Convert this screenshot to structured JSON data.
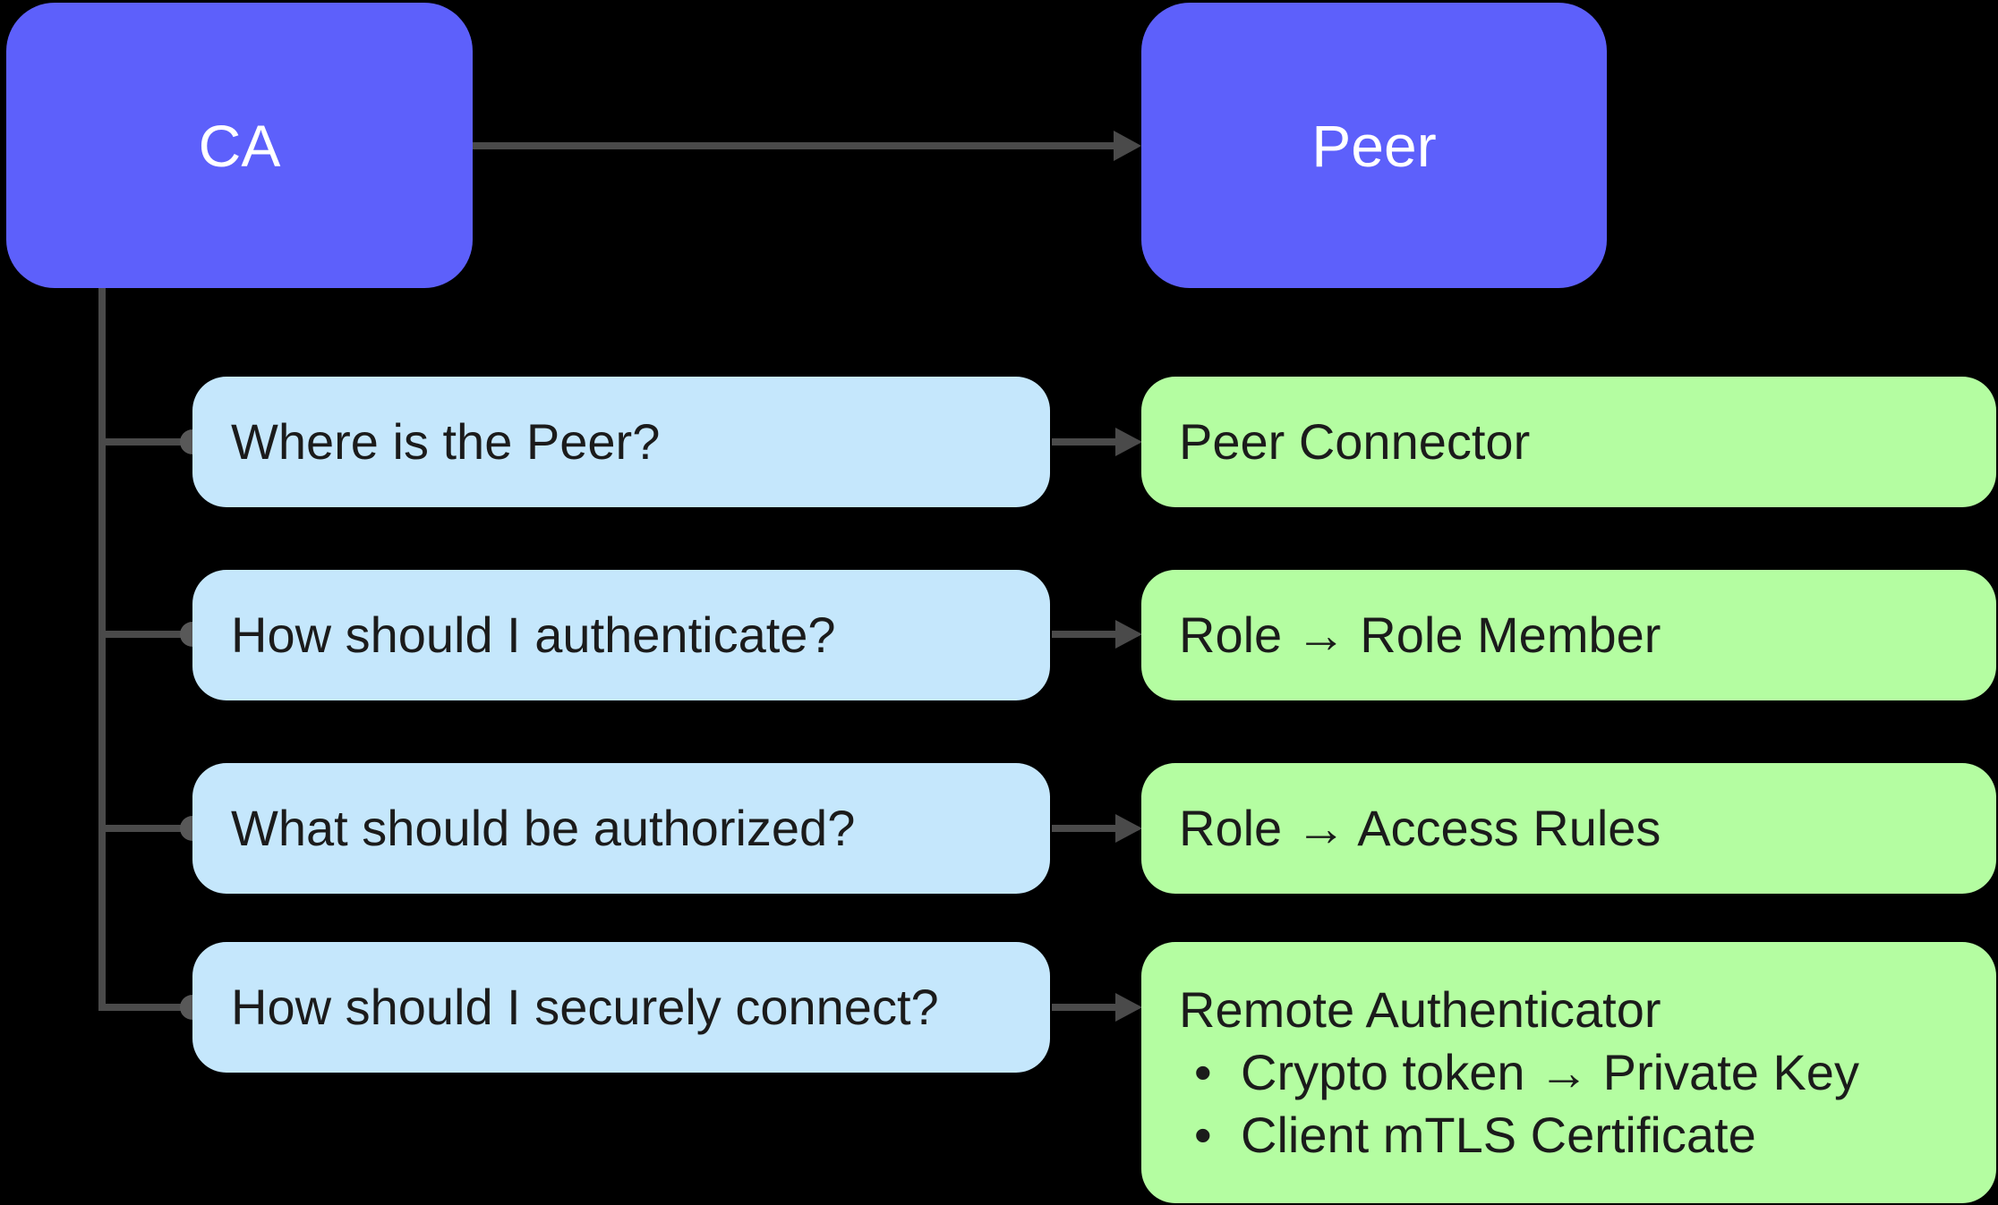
{
  "colors": {
    "purple": "#5d60fb",
    "blue": "#c5e7fc",
    "green": "#b4fda1",
    "line": "#4a4a4a",
    "dot": "#585858",
    "text_dark": "#1b1b1b",
    "text_light": "#ffffff",
    "background": "#000000"
  },
  "nodes": {
    "ca": "CA",
    "peer": "Peer"
  },
  "bullet_char": "•",
  "rows": [
    {
      "question": "Where is the Peer?",
      "answer": "Peer Connector"
    },
    {
      "question": "How should I authenticate?",
      "answer": "Role → Role Member"
    },
    {
      "question": "What should be authorized?",
      "answer": "Role → Access Rules"
    },
    {
      "question": "How should I securely connect?",
      "answer_title": "Remote Authenticator",
      "bullets": [
        "Crypto token → Private Key",
        "Client mTLS Certificate"
      ]
    }
  ]
}
